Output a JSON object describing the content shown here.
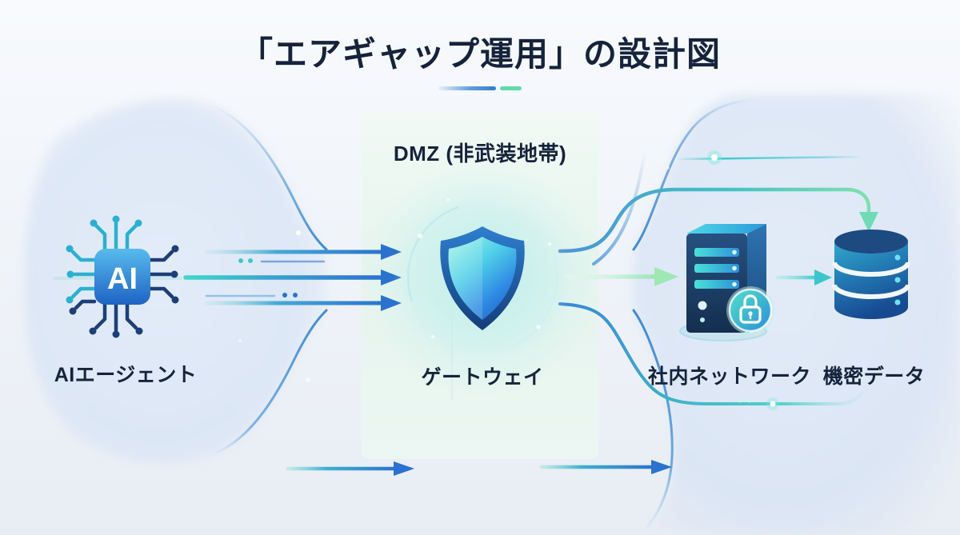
{
  "title": {
    "text": "「エアギャップ運用」の設計図"
  },
  "dmz": {
    "label": "DMZ (非武装地帯)"
  },
  "nodes": {
    "ai_agent": {
      "label": "AIエージェント",
      "icon": "ai-chip-icon",
      "chip_text": "AI"
    },
    "gateway": {
      "label": "ゲートウェイ",
      "icon": "shield-icon"
    },
    "internal_network": {
      "label": "社内ネットワーク",
      "icon": "server-lock-icon"
    },
    "confidential_data": {
      "label": "機密データ",
      "icon": "database-icon"
    }
  },
  "colors": {
    "title_text": "#15233b",
    "background_top": "#f8fafd",
    "background_bottom": "#e8edf4",
    "dmz_band_tint": "#e7f5ee",
    "arrow_blue": "#2b72cf",
    "arrow_teal": "#3ec9c6",
    "arrow_green": "#96e6b2",
    "accent_navy": "#1d3f77",
    "accent_cyan": "#35b9d6"
  }
}
